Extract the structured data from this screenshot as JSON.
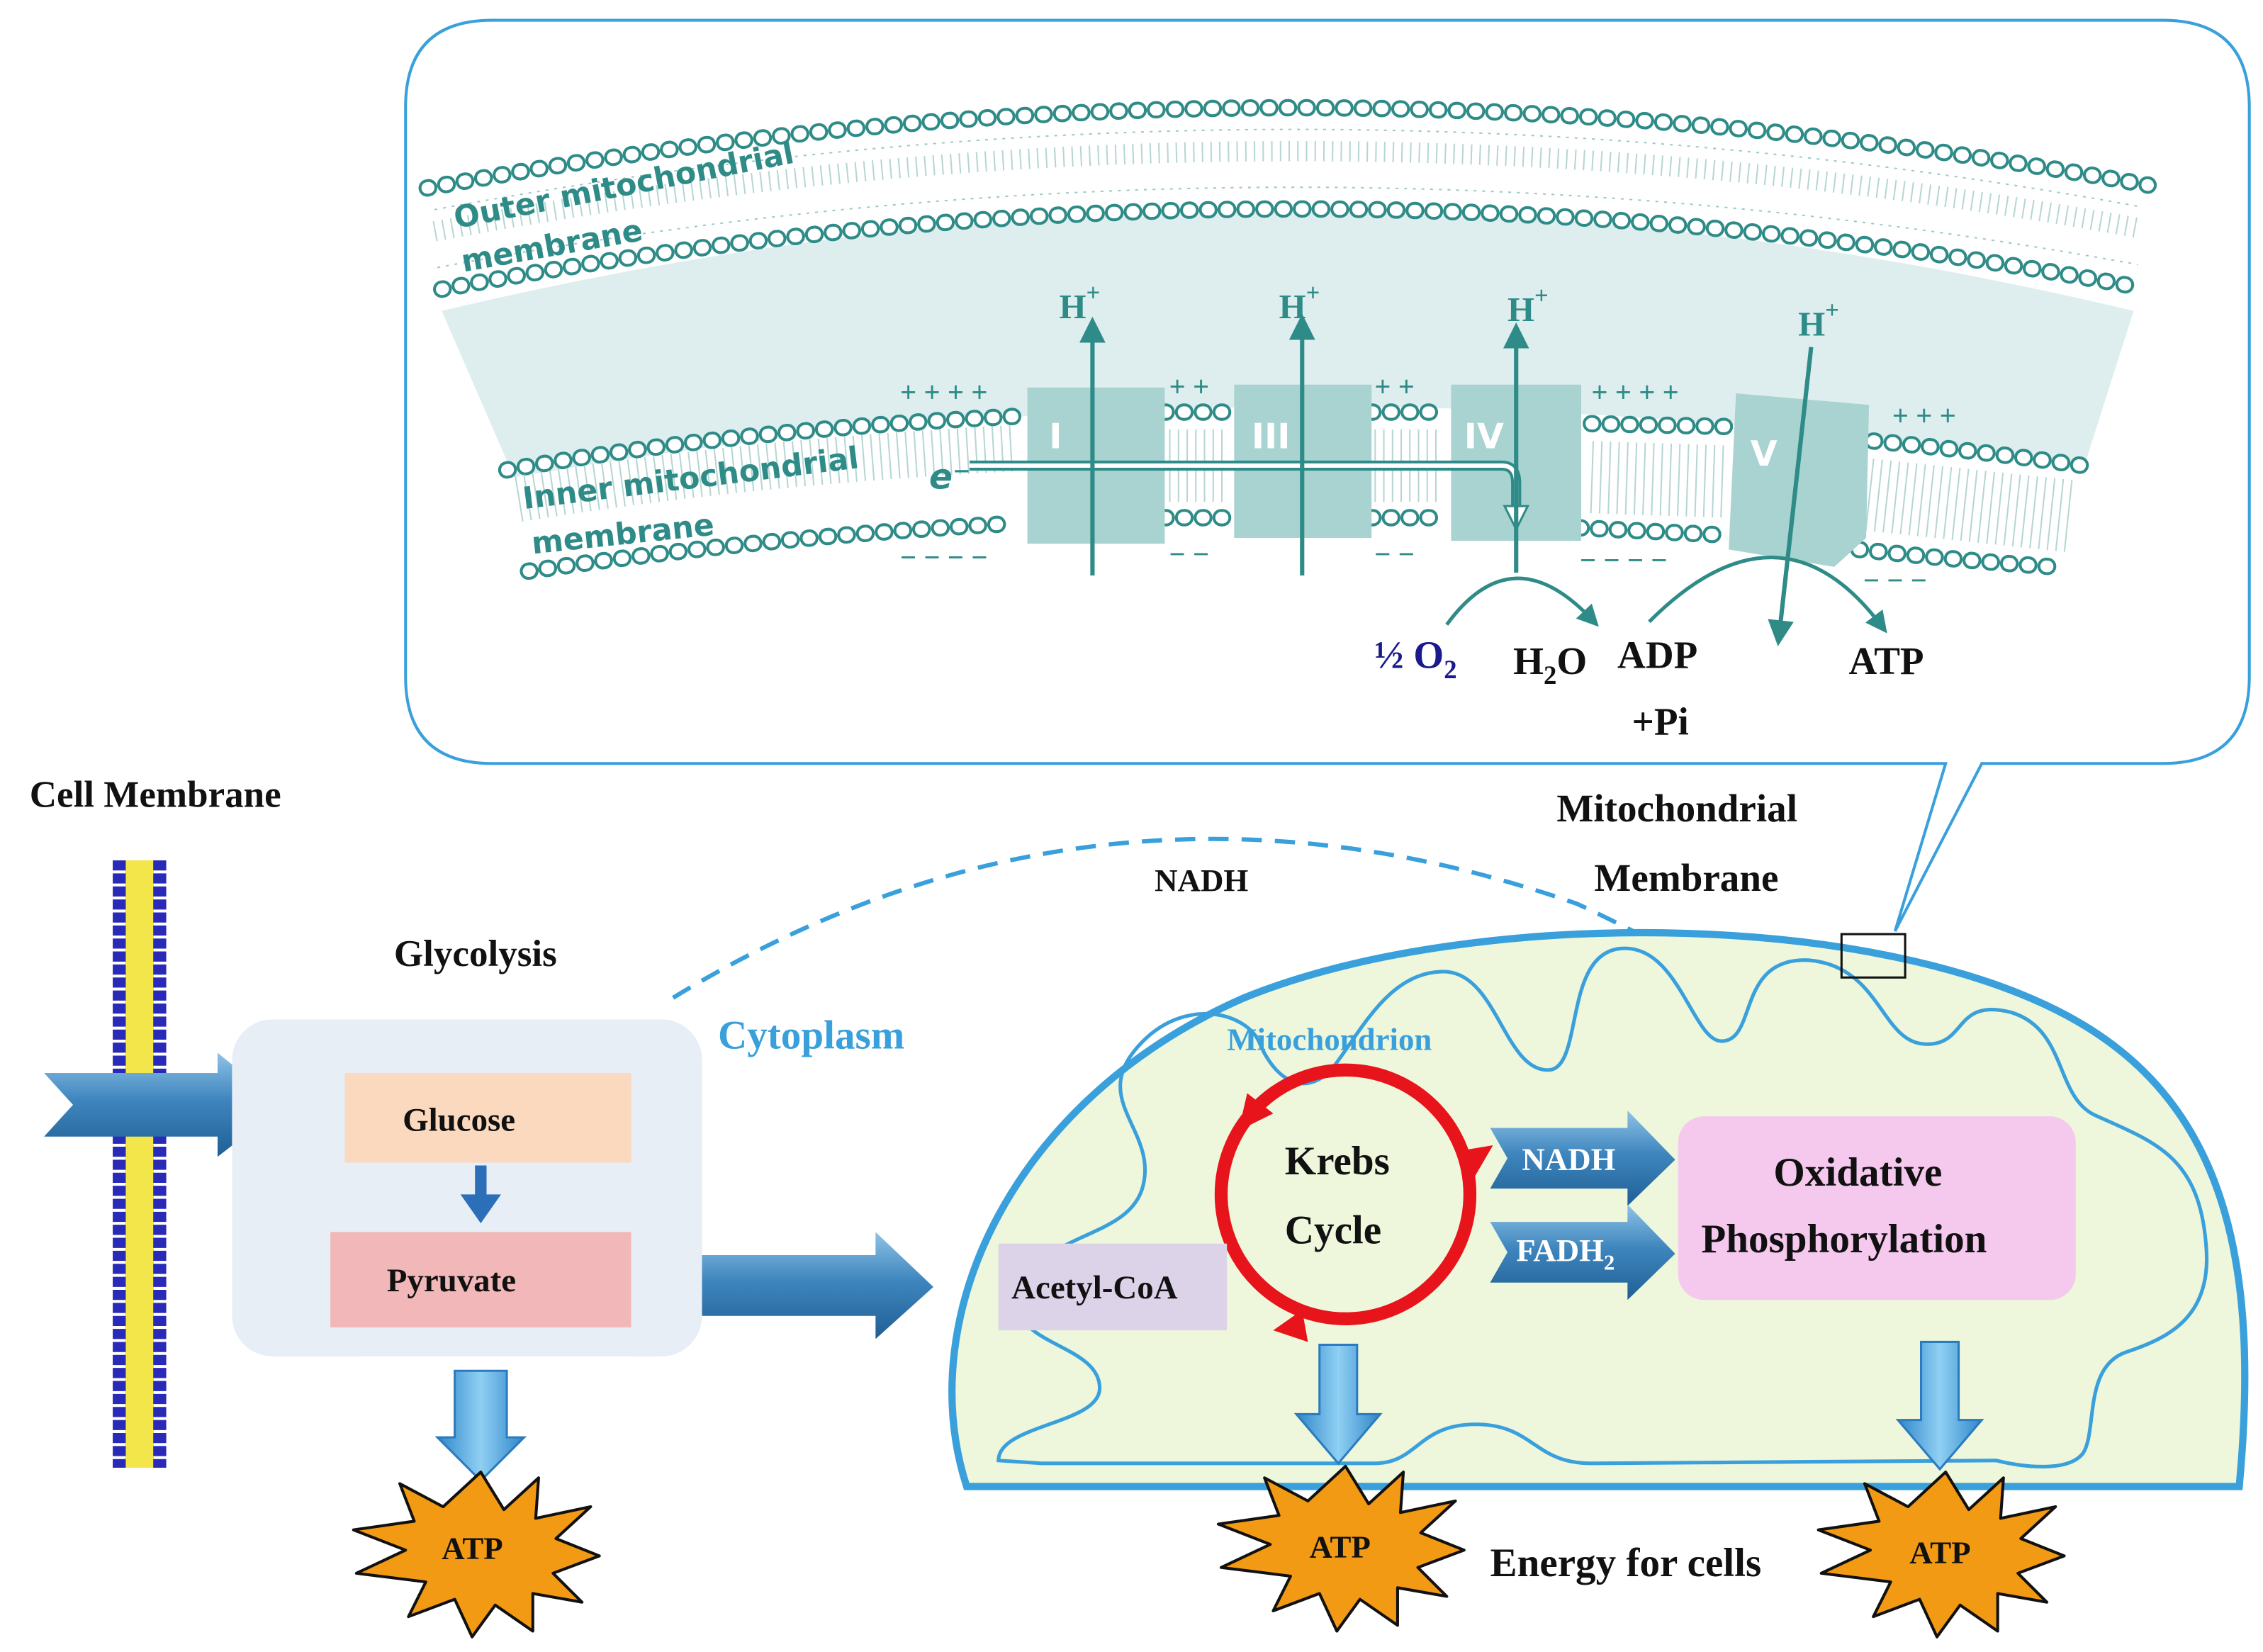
{
  "inset": {
    "outer_membrane_label": [
      "Outer mitochondrial",
      "membrane"
    ],
    "inner_membrane_label": [
      "Inner mitochondrial",
      "membrane"
    ],
    "electron_label": "e⁻",
    "proton_label": "H",
    "proton_charge": "+",
    "complexes": [
      "I",
      "III",
      "IV",
      "V"
    ],
    "plus_signs": [
      "+ + + +",
      "+ +",
      "+ +",
      "+ + + +",
      "+ + +"
    ],
    "minus_signs": [
      "− − − −",
      "− −",
      "− −",
      "− − − −",
      "− − −"
    ],
    "oxygen_prefix": "½ O",
    "oxygen_sub": "2",
    "water_prefix": "H",
    "water_sub": "2",
    "water_suffix": "O",
    "adp_lines": [
      "ADP",
      "+Pi"
    ],
    "atp_label": "ATP"
  },
  "main": {
    "cell_membrane_label": "Cell Membrane",
    "glycolysis_label": "Glycolysis",
    "glucose_label": "Glucose",
    "pyruvate_label": "Pyruvate",
    "cytoplasm_label": "Cytoplasm",
    "nadh_dashed_label": "NADH",
    "mito_membrane_label": [
      "Mitochondrial",
      "Membrane"
    ],
    "mitochondrion_label": "Mitochondrion",
    "krebs_label": [
      "Krebs",
      "Cycle"
    ],
    "acetyl_coa_label": "Acetyl-CoA",
    "nadh_arrow_label": "NADH",
    "fadh_prefix": "FADH",
    "fadh_sub": "2",
    "oxphos_label": [
      "Oxidative",
      "Phosphorylation"
    ],
    "atp_stars": [
      "ATP",
      "ATP",
      "ATP"
    ],
    "energy_label": "Energy for cells"
  },
  "colors": {
    "teal": "#2e8b87",
    "sky_blue": "#3aa0dc",
    "mito_fill": "#eef7dc",
    "krebs_red": "#e8141b",
    "atp_orange": "#f39a14",
    "glucose_box": "#fbd9be",
    "pyruvate_box": "#f2b7b9",
    "acetyl_box": "#dcd3e8",
    "oxphos_box": "#f5c8ee",
    "glycolysis_panel": "#e8eef6"
  }
}
